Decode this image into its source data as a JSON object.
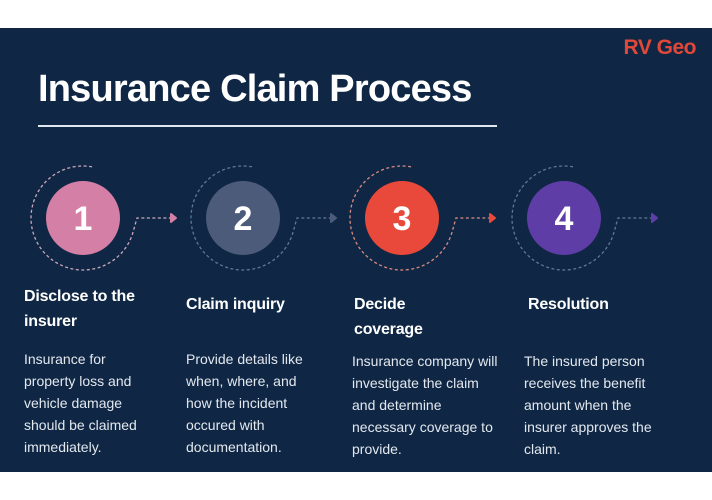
{
  "brand": "RV Geo",
  "title": "Insurance Claim Process",
  "steps": [
    {
      "number": "1",
      "color": "#d47fa6",
      "heading": "Disclose to the insurer",
      "body": "Insurance for property loss and vehicle damage should be claimed immediately."
    },
    {
      "number": "2",
      "color": "#4b5b79",
      "heading": "Claim inquiry",
      "body": "Provide details like when, where, and how the incident occured with documentation."
    },
    {
      "number": "3",
      "color": "#e8493a",
      "heading": "Decide coverage",
      "body": "Insurance company will investigate the claim and determine necessary coverage to provide."
    },
    {
      "number": "4",
      "color": "#5f3da6",
      "heading": "Resolution",
      "body": "The insured person receives the benefit amount  when the insurer approves the claim."
    }
  ]
}
